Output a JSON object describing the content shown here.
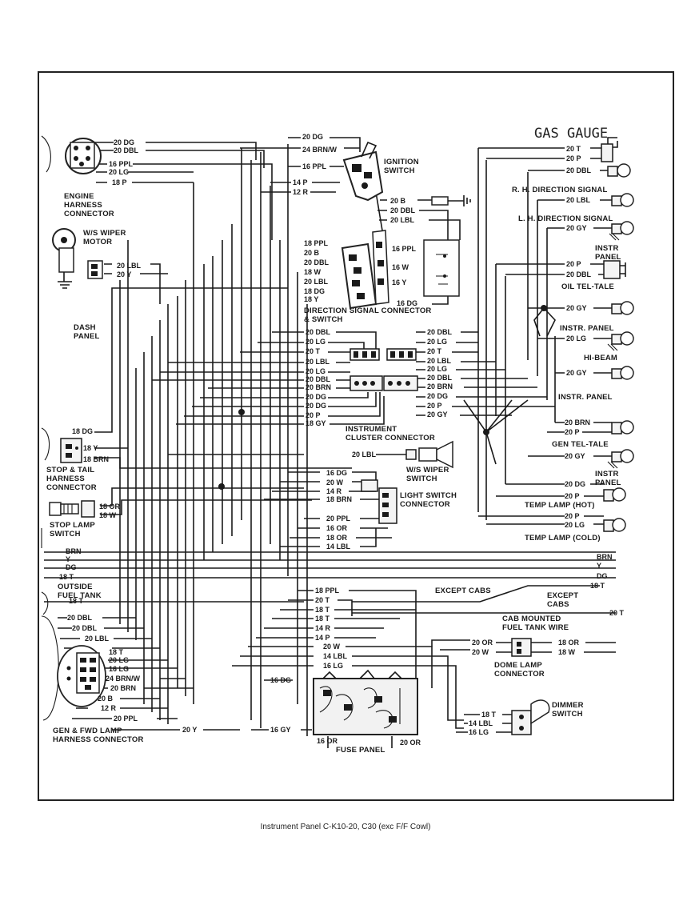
{
  "title": "Instrument Panel C-K10-20, C30 (exc F/F Cowl)",
  "handwritten_note": "GAS GAUGE",
  "components": {
    "engine_harness": "ENGINE|HARNESS|CONNECTOR",
    "wiper_motor": "W/S WIPER|MOTOR",
    "dash_panel": "DASH|PANEL",
    "stop_tail": "STOP & TAIL|HARNESS|CONNECTOR",
    "stop_lamp": "STOP LAMP|SWITCH",
    "outside_fuel": "OUTSIDE|FUEL TANK",
    "gen_fwd": "GEN & FWD LAMP|HARNESS CONNECTOR",
    "ignition": "IGNITION|SWITCH",
    "direction_signal": "DIRECTION SIGNAL CONNECTOR|& SWITCH",
    "instrument_cluster": "INSTRUMENT|CLUSTER CONNECTOR",
    "ws_wiper_switch": "W/S WIPER|SWITCH",
    "light_switch": "LIGHT SWITCH|CONNECTOR",
    "except_cabs_top": "EXCEPT CABS",
    "except_cabs_right": "EXCEPT|CABS",
    "cab_mounted": "CAB MOUNTED|FUEL TANK WIRE",
    "dome_lamp": "DOME LAMP|CONNECTOR",
    "dimmer": "DIMMER|SWITCH",
    "fuse_panel": "FUSE PANEL",
    "rh_direction": "R. H. DIRECTION SIGNAL",
    "lh_direction": "L. H. DIRECTION SIGNAL",
    "instr_panel_1": "INSTR|PANEL",
    "oil_tel_tale": "OIL TEL-TALE",
    "instr_panel_2": "INSTR. PANEL",
    "hi_beam": "HI-BEAM",
    "instr_panel_3": "INSTR. PANEL",
    "gen_tel_tale": "GEN TEL-TALE",
    "instr_panel_4": "INSTR|PANEL",
    "temp_hot": "TEMP LAMP (HOT)",
    "temp_cold": "TEMP LAMP (COLD)"
  },
  "wire_labels": {
    "eng_1": "20 DG",
    "eng_2": "20 DBL",
    "eng_3": "16 PPL",
    "eng_4": "20 LG",
    "eng_5": "18 P",
    "wip_1": "20 LBL",
    "wip_2": "20 Y",
    "ign_1": "20 DG",
    "ign_2": "24 BRN/W",
    "ign_3": "16 PPL",
    "ign_4": "14 P",
    "ign_5": "12 R",
    "ds_1": "20 B",
    "ds_2": "20 DBL",
    "ds_3": "20 LBL",
    "ds_4": "16 PPL",
    "ds_5": "16 W",
    "ds_6": "16 Y",
    "ds_7": "16 DG",
    "dsl_1": "18 PPL",
    "dsl_2": "20 B",
    "dsl_3": "20 DBL",
    "dsl_4": "18 W",
    "dsl_5": "20 LBL",
    "dsl_6": "18 DG",
    "dsl_7": "18 Y",
    "cl_1": "20 DBL",
    "cl_2": "20 LG",
    "cl_3": "20 T",
    "cl_4": "20 LBL",
    "cl_5": "20 LG",
    "cl_6": "20 DBL",
    "cl_7": "20 BRN",
    "cl_8": "20 DG",
    "cl_9": "20 DG",
    "cl_10": "20 P",
    "cl_11": "18 GY",
    "cr_1": "20 DBL",
    "cr_2": "20 LG",
    "cr_3": "20 T",
    "cr_4": "20 LBL",
    "cr_5": "20 LG",
    "cr_6": "20 DBL",
    "cr_7": "20 BRN",
    "cr_8": "20 DG",
    "cr_9": "20 P",
    "cr_10": "20 GY",
    "st_1": "18 DG",
    "st_2": "18 Y",
    "st_3": "18 BRN",
    "sl_1": "18 OR",
    "sl_2": "18 W",
    "wsw_1": "20 LBL",
    "ls_1": "16 DG",
    "ls_2": "20 W",
    "ls_3": "14 R",
    "ls_4": "18 BRN",
    "ls_5": "20 PPL",
    "ls_6": "16 OR",
    "ls_7": "18 OR",
    "ls_8": "14 LBL",
    "bus_1": "BRN",
    "bus_2": "Y",
    "bus_3": "DG",
    "bus_4": "18 T",
    "bus_5": "18 T",
    "bus_r1": "BRN",
    "bus_r2": "Y",
    "bus_r3": "DG",
    "bus_r4": "18 T",
    "fp_1": "18 PPL",
    "fp_2": "20 T",
    "fp_3": "18 T",
    "fp_4": "18 T",
    "fp_5": "14 R",
    "fp_6": "14 P",
    "fp_7": "20 W",
    "fp_8": "14 LBL",
    "fp_9": "16 LG",
    "fp_10": "16 DG",
    "fp_11": "16 GY",
    "fp_12": "16 OR",
    "fp_13": "20 OR",
    "cab_1": "20 T",
    "dome_1": "20 OR",
    "dome_2": "20 W",
    "dome_3": "18 OR",
    "dome_4": "18 W",
    "dim_1": "18 T",
    "dim_2": "14 LBL",
    "dim_3": "16 LG",
    "gen_1": "20 DBL",
    "gen_2": "20 DBL",
    "gen_3": "20 LBL",
    "gen_4": "18 T",
    "gen_5": "20 LG",
    "gen_6": "16 LG",
    "gen_7": "24 BRN/W",
    "gen_8": "20 BRN",
    "gen_9": "20 B",
    "gen_10": "12 R",
    "gen_11": "20 PPL",
    "gen_12": "20 Y",
    "rt_1": "20 T",
    "rt_2": "20 P",
    "rt_3": "20 DBL",
    "rt_4": "20 LBL",
    "rt_5": "20 GY",
    "rt_6": "20 P",
    "rt_7": "20 DBL",
    "rt_8": "20 GY",
    "rt_9": "20 LG",
    "rt_10": "20 GY",
    "rt_11": "20 BRN",
    "rt_12": "20 P",
    "rt_13": "20 GY",
    "rt_14": "20 DG",
    "rt_15": "20 P",
    "rt_16": "20 P",
    "rt_17": "20 LG"
  }
}
